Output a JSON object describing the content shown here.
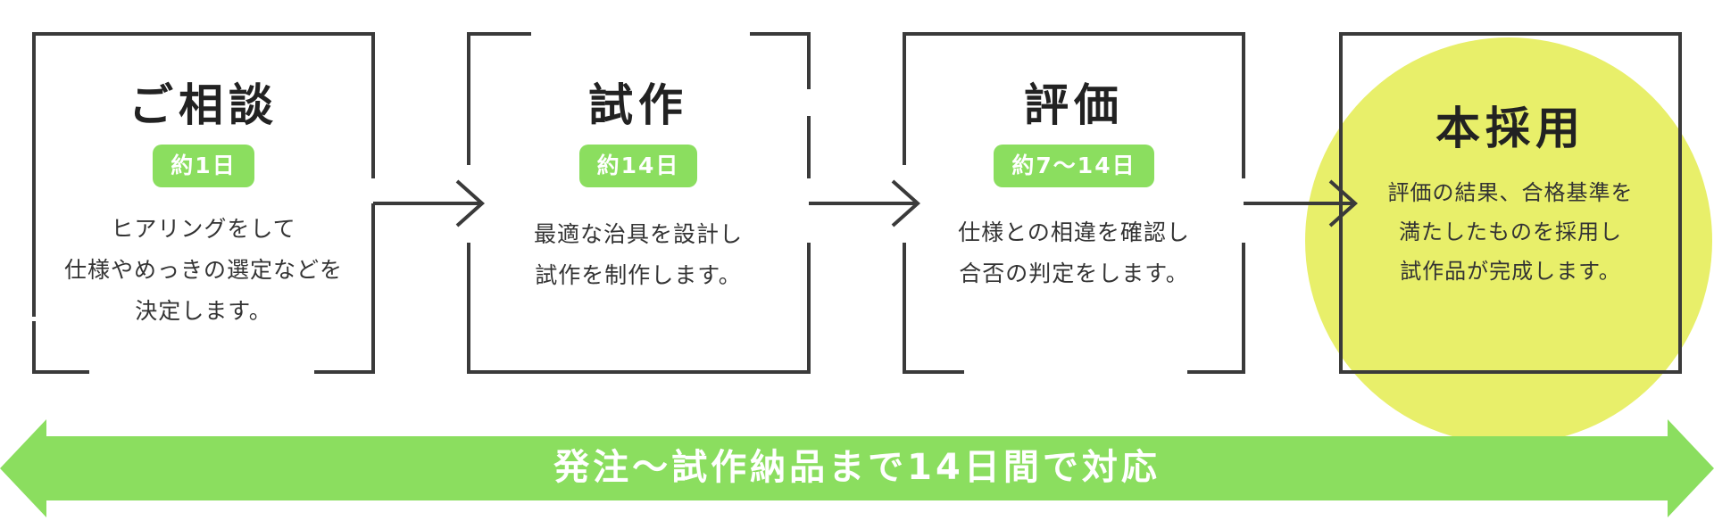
{
  "steps": [
    {
      "title": "ご相談",
      "duration": "約1日",
      "description": "ヒアリングをして\n仕様やめっきの選定などを\n決定します。"
    },
    {
      "title": "試作",
      "duration": "約14日",
      "description": "最適な治具を設計し\n試作を制作します。"
    },
    {
      "title": "評価",
      "duration": "約7〜14日",
      "description": "仕様との相違を確認し\n合否の判定をします。"
    },
    {
      "title": "本採用",
      "description": "評価の結果、合格基準を\n満たしたものを採用し\n試作品が完成します。"
    }
  ],
  "banner": {
    "text": "発注〜試作納品まで14日間で対応"
  },
  "colors": {
    "accent_green": "#8bde5f",
    "highlight_yellow": "#e8ef6a",
    "frame": "#3a3a3a"
  }
}
